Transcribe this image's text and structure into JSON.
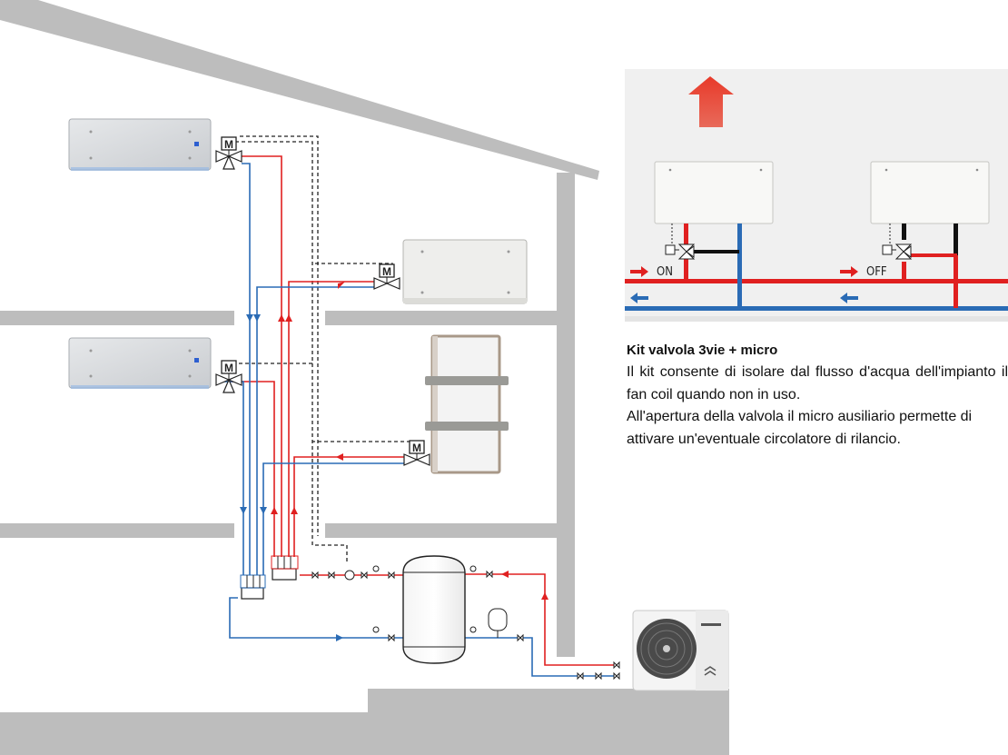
{
  "inset": {
    "on_label": "ON",
    "off_label": "OFF"
  },
  "valve_motor_letter": "M",
  "caption": {
    "title": "Kit valvola 3vie + micro",
    "paragraph1": "Il kit consente di isolare dal flusso d'acqua dell'impianto il fan coil quando non in uso.",
    "paragraph2": "All'apertura della valvola il micro ausiliario permette di attivare un'eventuale circolatore di rilancio."
  },
  "colors": {
    "building": "#bdbdbd",
    "supply": "#e02020",
    "return": "#2a6bb5",
    "signal": "#222222",
    "inset_bg": "#f0f0f0"
  }
}
